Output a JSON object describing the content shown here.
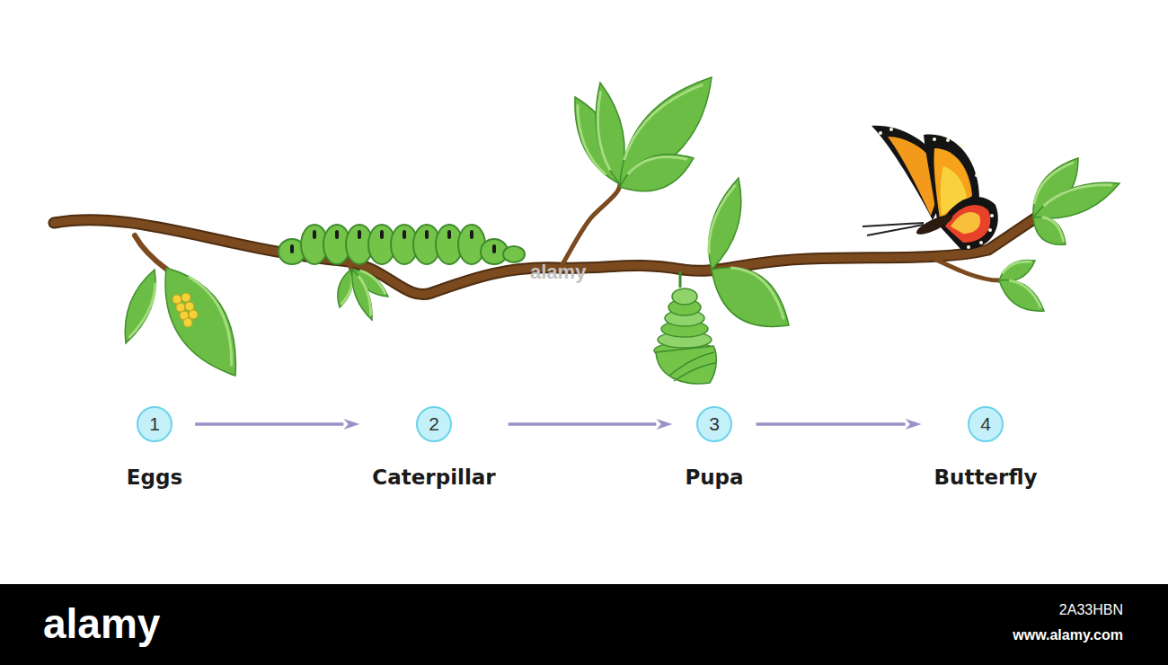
{
  "diagram": {
    "nodes": [
      {
        "text": [
          "1",
          "Eggs"
        ]
      },
      {
        "text": [
          "2",
          "Caterpillar"
        ]
      },
      {
        "text": [
          "3",
          "Pupa"
        ]
      },
      {
        "text": [
          "4",
          "Butterfly"
        ]
      }
    ],
    "edges": [
      {
        "from": 0,
        "to": 1,
        "arrow": "to"
      },
      {
        "from": 1,
        "to": 2,
        "arrow": "to"
      },
      {
        "from": 2,
        "to": 3,
        "arrow": "to"
      }
    ],
    "labels": [
      "alamy",
      "alamy",
      "2A33HBN",
      "www.alamy.com"
    ]
  }
}
